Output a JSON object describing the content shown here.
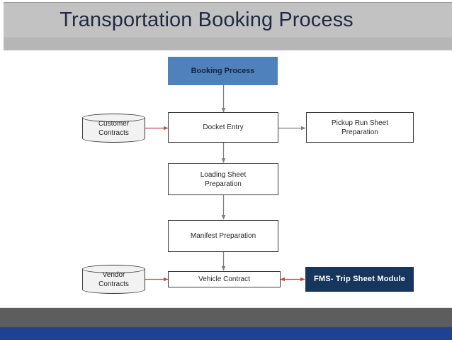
{
  "slide": {
    "title": "Transportation Booking Process",
    "title_color": "#1f2a41",
    "header_bg": "#c2c2c2",
    "footer_gray": "#5d5d5d",
    "footer_blue": "#1f4192",
    "canvas_bg": "#ffffff"
  },
  "diagram": {
    "type": "flowchart",
    "accent_color": "#4f81bd",
    "dark_color": "#17365d",
    "datastore_fill": "#f2f2f2",
    "arrow_gray": "#808080",
    "arrow_orange": "#c0504d",
    "arrow_red": "#d93b2b",
    "nodes": [
      {
        "id": "booking-process",
        "label": "Booking Process",
        "shape": "accent-box"
      },
      {
        "id": "customer-contracts",
        "label_line1": "Customer",
        "label_line2": "Contracts",
        "shape": "cylinder"
      },
      {
        "id": "docket-entry",
        "label": "Docket Entry",
        "shape": "process"
      },
      {
        "id": "pickup-run-sheet",
        "label_line1": "Pickup Run Sheet",
        "label_line2": "Preparation",
        "shape": "process"
      },
      {
        "id": "loading-sheet",
        "label_line1": "Loading Sheet",
        "label_line2": "Preparation",
        "shape": "process"
      },
      {
        "id": "manifest-preparation",
        "label": "Manifest Preparation",
        "shape": "process"
      },
      {
        "id": "vendor-contracts",
        "label_line1": "Vendor",
        "label_line2": "Contracts",
        "shape": "cylinder"
      },
      {
        "id": "vehicle-contract",
        "label": "Vehicle Contract",
        "shape": "process"
      },
      {
        "id": "fms-trip-sheet",
        "label": "FMS- Trip Sheet Module",
        "shape": "dark-box"
      }
    ],
    "edges": [
      {
        "from": "booking-process",
        "to": "docket-entry",
        "color": "gray",
        "heads": 1
      },
      {
        "from": "customer-contracts",
        "to": "docket-entry",
        "color": "orange",
        "heads": 1
      },
      {
        "from": "docket-entry",
        "to": "pickup-run-sheet",
        "color": "gray",
        "heads": 1
      },
      {
        "from": "docket-entry",
        "to": "loading-sheet",
        "color": "gray",
        "heads": 1
      },
      {
        "from": "loading-sheet",
        "to": "manifest-preparation",
        "color": "gray",
        "heads": 1
      },
      {
        "from": "manifest-preparation",
        "to": "vehicle-contract",
        "color": "gray",
        "heads": 1
      },
      {
        "from": "vendor-contracts",
        "to": "vehicle-contract",
        "color": "orange",
        "heads": 1
      },
      {
        "from": "vehicle-contract",
        "to": "fms-trip-sheet",
        "color": "red",
        "heads": 2
      }
    ]
  }
}
